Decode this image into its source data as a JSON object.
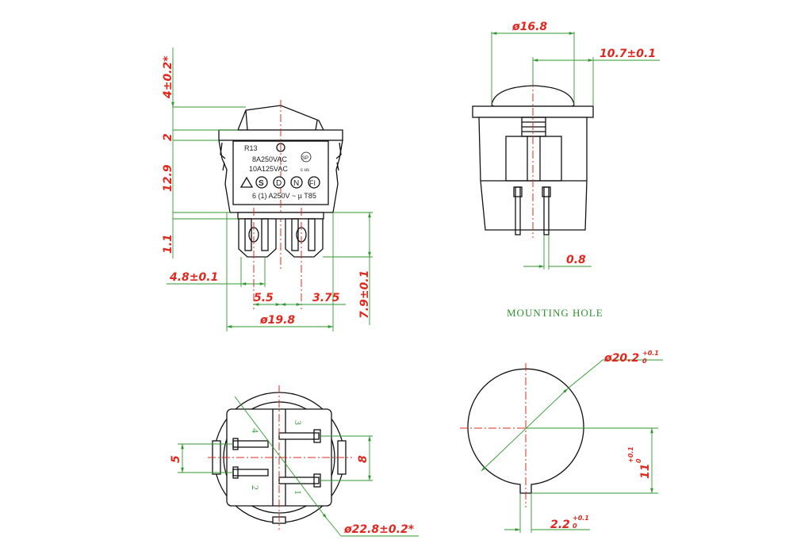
{
  "side_view": {
    "dims": {
      "d_4": "4±0.2*",
      "d_2": "2",
      "d_12_9": "12.9",
      "d_1_1": "1.1",
      "d_4_8": "4.8±0.1",
      "d_5_5": "5.5",
      "d_3_75": "3.75",
      "d_7_9": "7.9±0.1",
      "d_19_8": "ø19.8"
    },
    "marking": {
      "model": "R13",
      "rating1": "8A250VAC",
      "rating2": "10A125VAC",
      "rating3": "6 (1) A250V ~ µ T85",
      "cert_s": "S",
      "cert_d": "D",
      "cert_n": "N",
      "cert_fi": "FI",
      "csa": "SP",
      "c_us": "c   us"
    }
  },
  "front_view": {
    "dims": {
      "d_16_8": "ø16.8",
      "d_10_7": "10.7±0.1",
      "d_0_8": "0.8"
    }
  },
  "bottom_view": {
    "dims": {
      "d_5": "5",
      "d_8": "8",
      "d_22_8": "ø22.8±0.2*"
    },
    "terminals": {
      "t1": "1",
      "t2": "2",
      "t3": "3",
      "t4": "4"
    }
  },
  "mounting_hole": {
    "title": "MOUNTING HOLE",
    "dims": {
      "d_20_2": "ø20.2",
      "d_20_2_tol": "+0.1",
      "d_20_2_tol0": "0",
      "d_11": "11",
      "d_11_tol": "+0.1",
      "d_11_tol0": "0",
      "d_2_2": "2.2",
      "d_2_2_tol": "+0.1",
      "d_2_2_tol0": "0"
    }
  }
}
